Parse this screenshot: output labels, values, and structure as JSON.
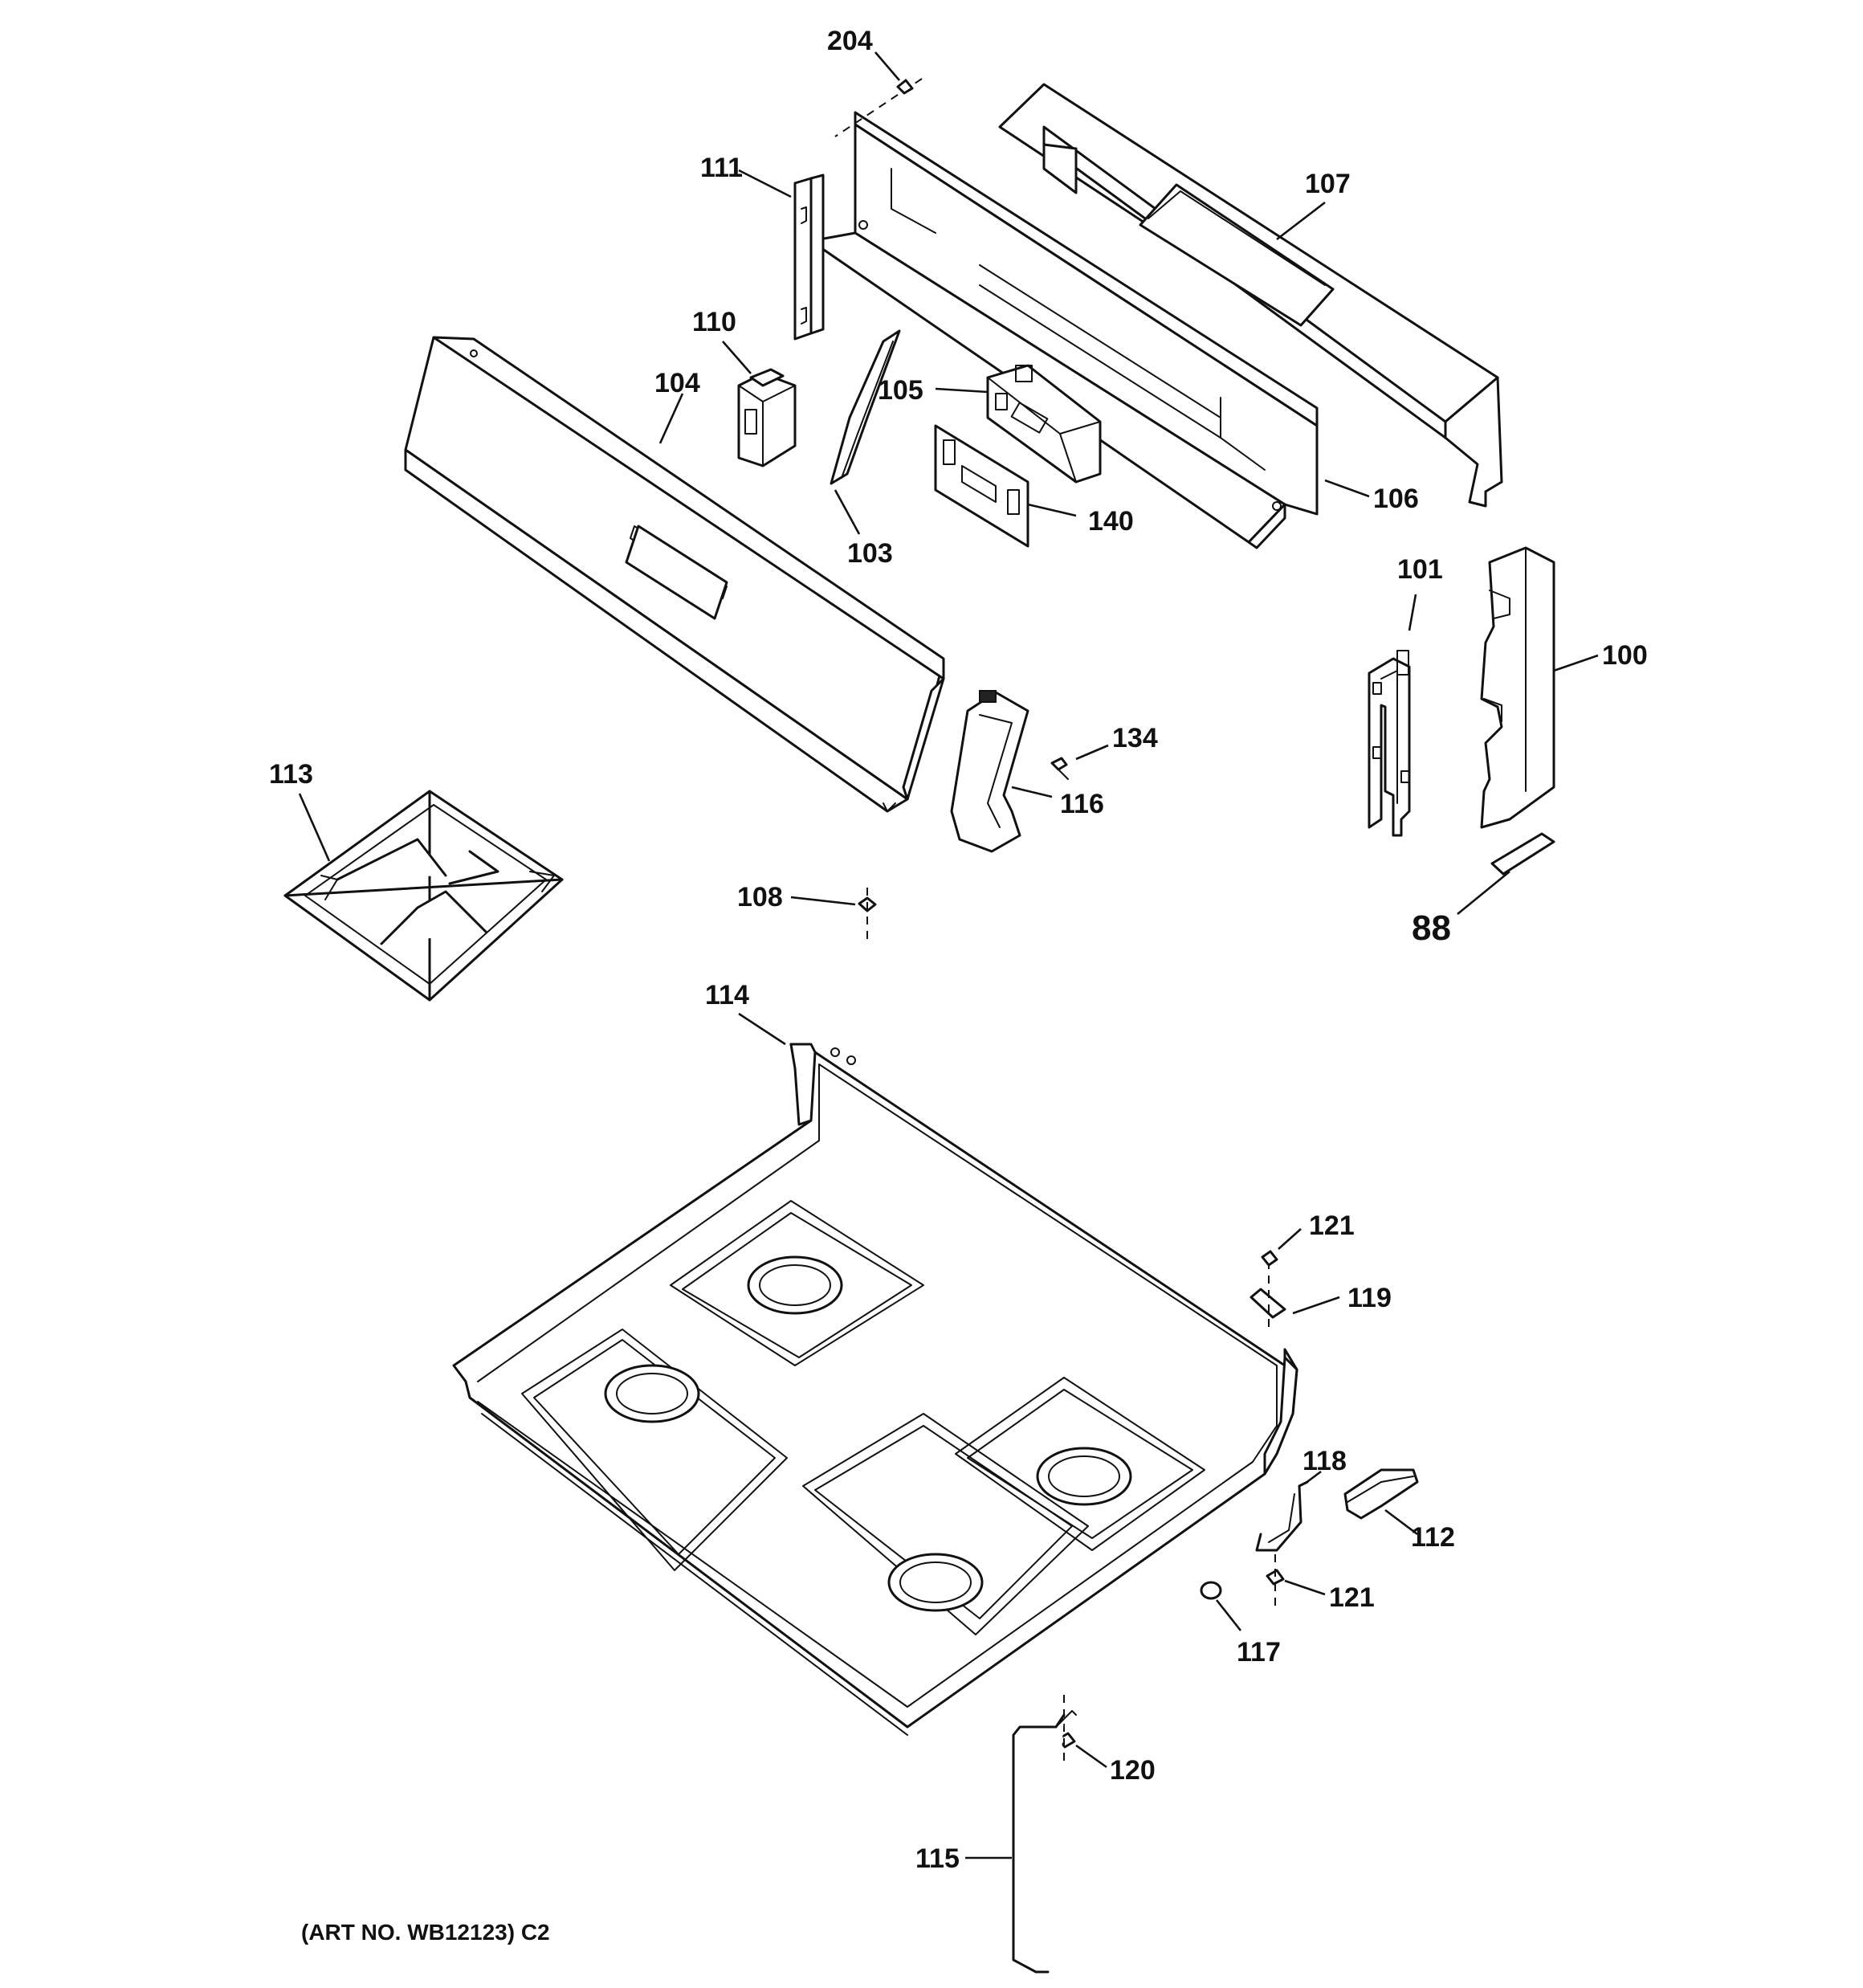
{
  "labels": {
    "p204": "204",
    "p111": "111",
    "p107": "107",
    "p110": "110",
    "p104": "104",
    "p105": "105",
    "p106": "106",
    "p140": "140",
    "p103": "103",
    "p101": "101",
    "p100": "100",
    "p113": "113",
    "p134": "134",
    "p116": "116",
    "p108": "108",
    "p88": "88",
    "p114": "114",
    "p121a": "121",
    "p119": "119",
    "p118": "118",
    "p112": "112",
    "p121b": "121",
    "p117": "117",
    "p120": "120",
    "p115": "115"
  },
  "art_number": "(ART NO. WB12123) C2"
}
